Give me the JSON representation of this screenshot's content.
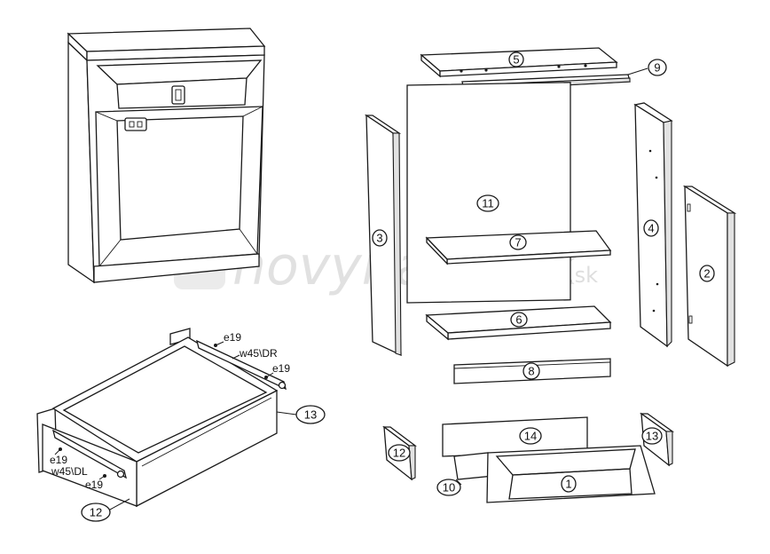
{
  "watermark": {
    "text": "novynabytok",
    "suffix": ".sk"
  },
  "callouts": {
    "c1": "1",
    "c2": "2",
    "c3": "3",
    "c4": "4",
    "c5": "5",
    "c6": "6",
    "c7": "7",
    "c8": "8",
    "c9": "9",
    "c10": "10",
    "c11": "11",
    "c12a": "12",
    "c12b": "12",
    "c13a": "13",
    "c13b": "13",
    "c14": "14"
  },
  "fittings": {
    "e19_top": "e19",
    "w45dr": "w45\\DR",
    "e19_right": "e19",
    "e19_left": "e19",
    "w45dl": "w45\\DL",
    "e19_bottom": "e19"
  },
  "colors": {
    "line": "#1a1a1a",
    "panel": "#ffffff",
    "shade": "#d9d9d9",
    "watermark": "#c9c9c9"
  }
}
